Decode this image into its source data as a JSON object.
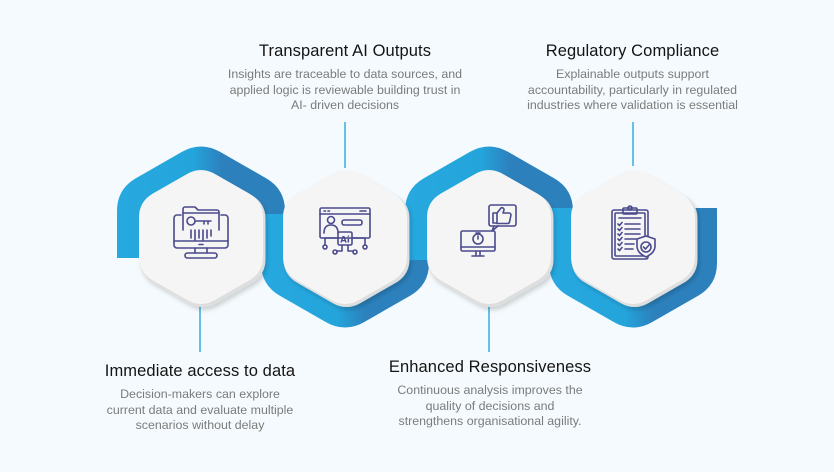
{
  "diagram": {
    "type": "hexagon-process-ribbon",
    "colors": {
      "background": "#f4fafd",
      "ribbon_left": "#27a9e0",
      "ribbon_right": "#2c81bd",
      "hex_fill": "#f5f5f6",
      "hex_edge": "#dedede",
      "icon_stroke": "#4a4a8c",
      "connector": "#1da1d6",
      "title": "#141414",
      "body": "#7b7b7b"
    },
    "steps": [
      {
        "id": "immediate-access",
        "icon": "monitor-folder-key-icon",
        "title": "Immediate access to data",
        "description_lines": [
          "Decision-makers can explore",
          "current data and evaluate multiple",
          "scenarios without delay"
        ],
        "label_position": "bottom"
      },
      {
        "id": "transparent-ai",
        "icon": "ai-profile-network-icon",
        "title": "Transparent AI Outputs",
        "description_lines": [
          "Insights are traceable to data sources, and",
          "applied logic is reviewable building trust in",
          "AI- driven decisions"
        ],
        "label_position": "top"
      },
      {
        "id": "enhanced-responsiveness",
        "icon": "monitor-stopwatch-thumbs-up-icon",
        "title": "Enhanced Responsiveness",
        "description_lines": [
          "Continuous analysis improves the",
          "quality of decisions and",
          "strengthens organisational agility."
        ],
        "label_position": "bottom"
      },
      {
        "id": "regulatory-compliance",
        "icon": "clipboard-checklist-shield-icon",
        "title": "Regulatory Compliance",
        "description_lines": [
          "Explainable outputs support",
          "accountability, particularly in regulated",
          "industries where validation is essential"
        ],
        "label_position": "top"
      }
    ]
  }
}
